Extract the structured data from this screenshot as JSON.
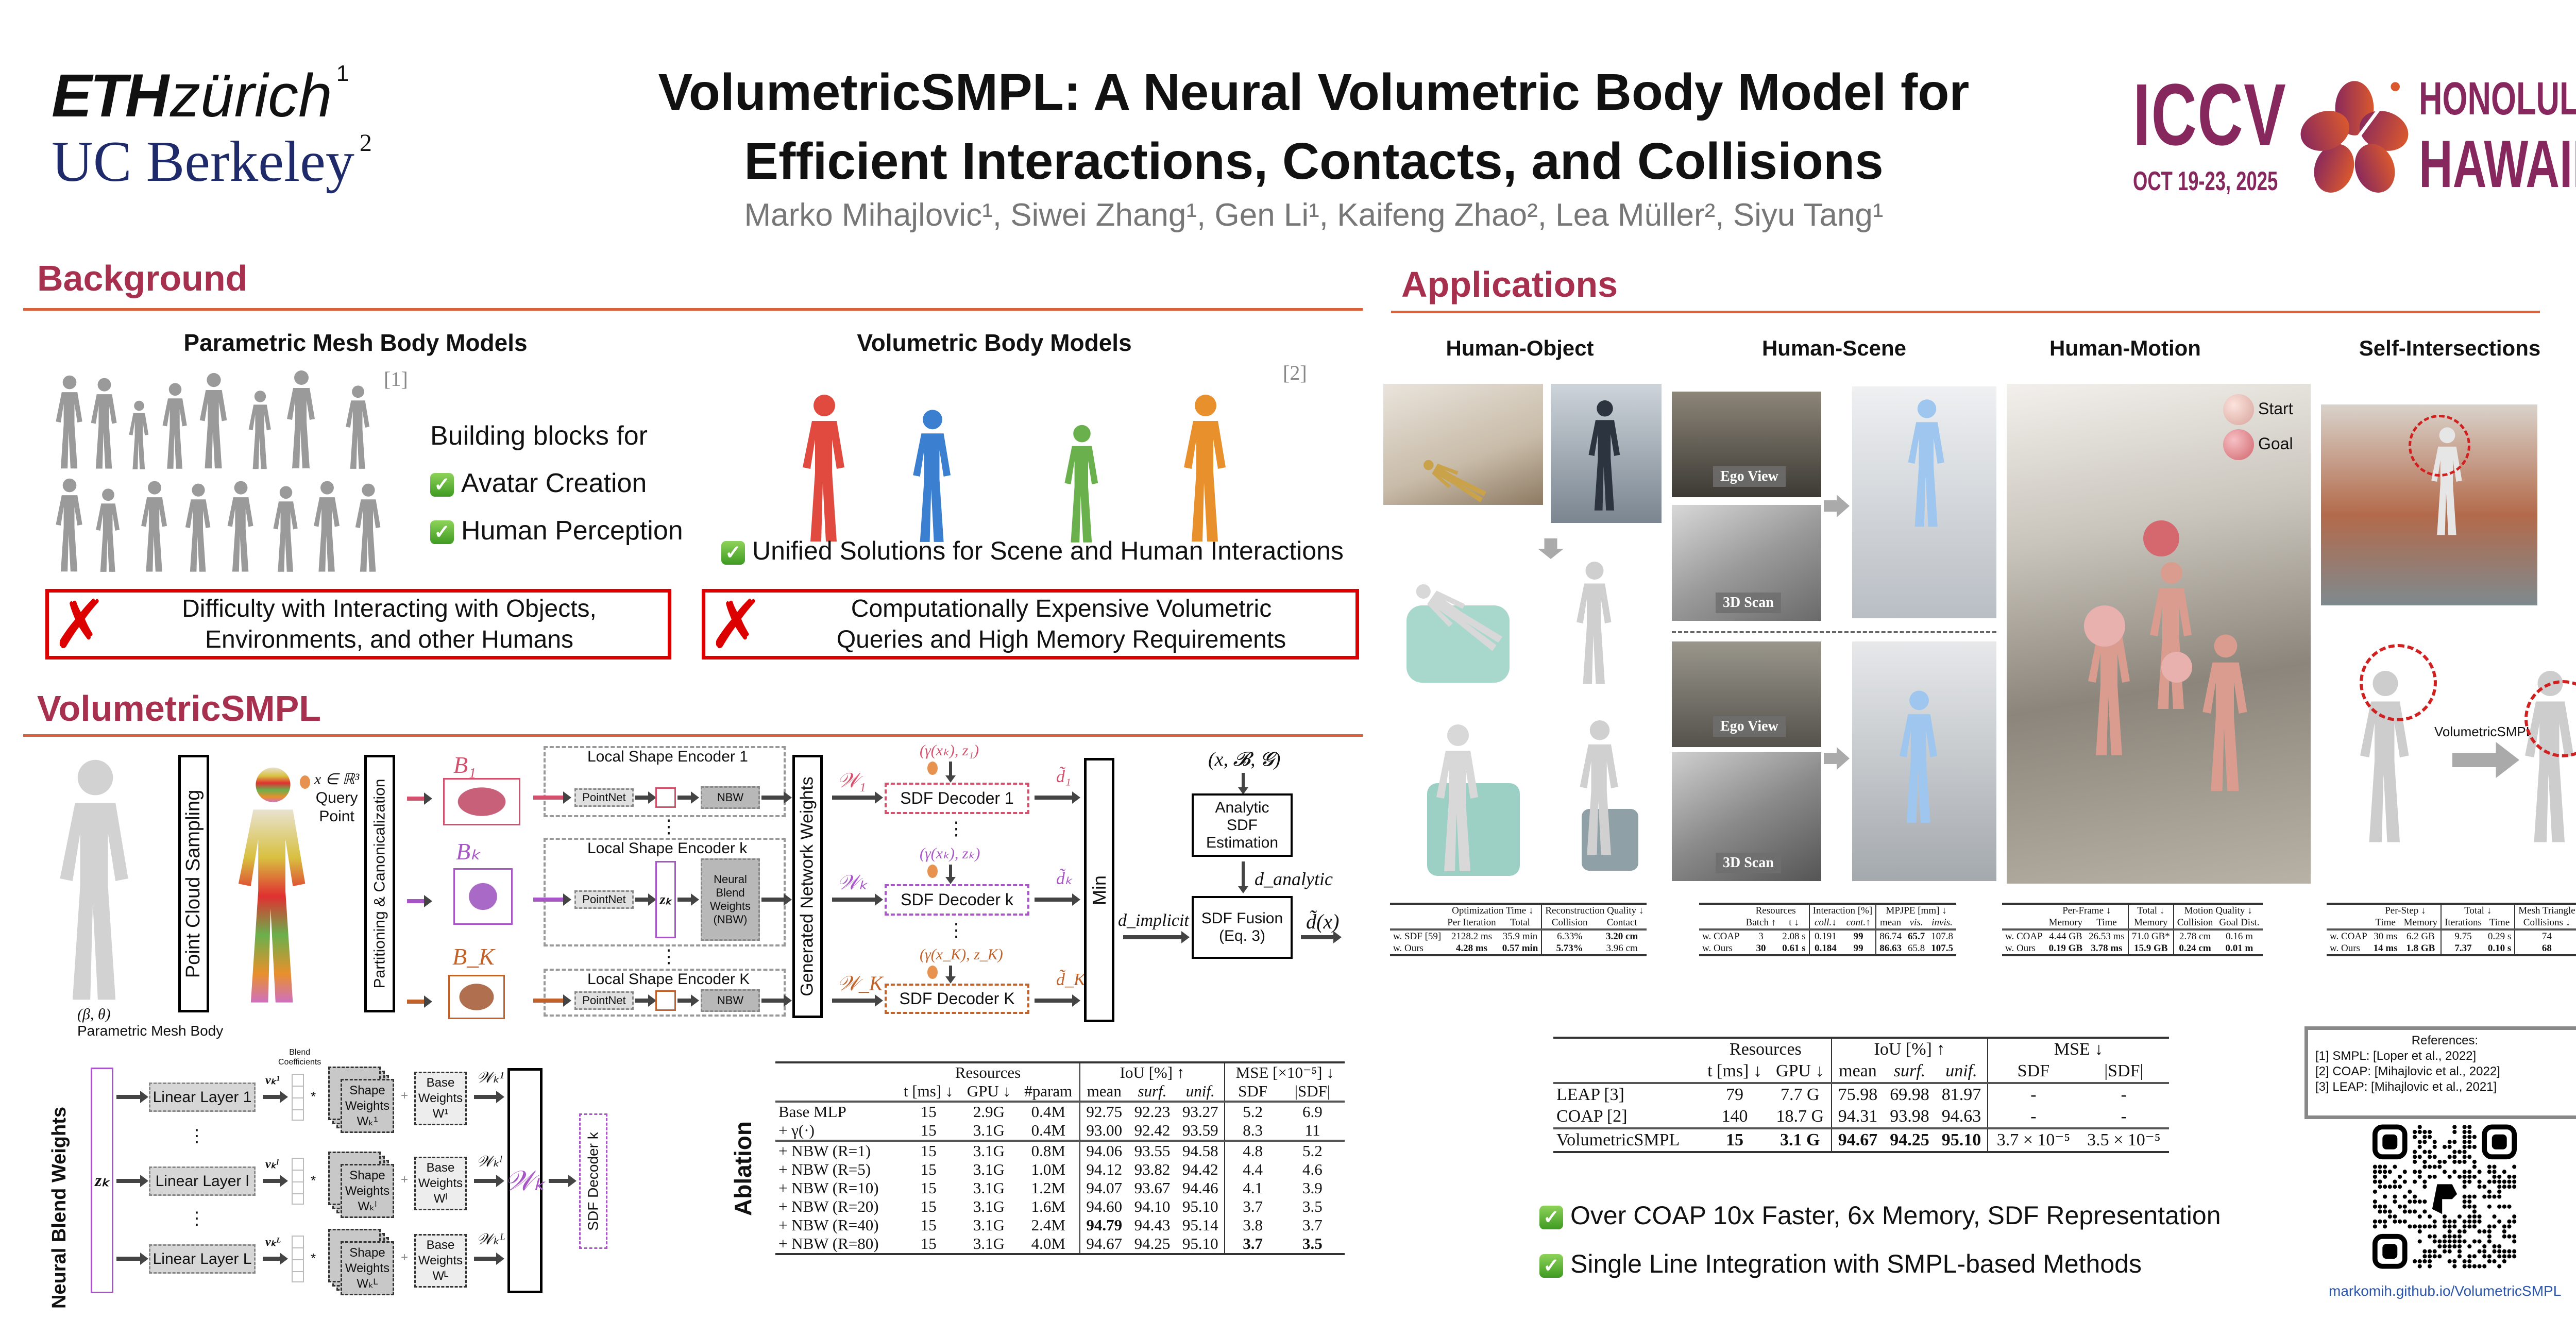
{
  "colors": {
    "accent": "#a8304f",
    "rule": "#d9623b",
    "error": "#dd0000",
    "check": "#4caf2a",
    "part1": "#d4516e",
    "partk": "#a855c7",
    "partK": "#c0622a",
    "iccv": "#86275e"
  },
  "header": {
    "title_line1": "VolumetricSMPL: A Neural Volumetric Body Model for",
    "title_line2": "Efficient Interactions, Contacts, and Collisions",
    "authors": "Marko Mihajlovic¹, Siwei Zhang¹, Gen Li¹, Kaifeng Zhao², Lea Müller², Siyu Tang¹"
  },
  "logos": {
    "eth": "ETH",
    "eth2": "zürich",
    "eth_sup": "1",
    "ucb": "UC Berkeley",
    "ucb_sup": "2",
    "iccv": "ICCV",
    "iccv_dates": "OCT 19-23, 2025",
    "iccv_city": "HONOLULU",
    "iccv_state": "HAWAII"
  },
  "background": {
    "title": "Background",
    "mesh": {
      "title": "Parametric Mesh Body Models",
      "ref": "[1]",
      "intro": "Building blocks for",
      "items": [
        "Avatar Creation",
        "Human Perception"
      ],
      "problem1": "Difficulty with Interacting with Objects,",
      "problem2": "Environments, and other Humans"
    },
    "vol": {
      "title": "Volumetric Body Models",
      "ref": "[2]",
      "benefit": "Unified Solutions for Scene and Human Interactions",
      "problem1": "Computationally Expensive Volumetric",
      "problem2": "Queries and High Memory Requirements"
    }
  },
  "method": {
    "title": "VolumetricSMPL",
    "pipeline": {
      "body_params": "(β, θ)",
      "body_label": "Parametric Mesh Body",
      "sampling": "Point Cloud Sampling",
      "query1": "x ∈ ℝ³",
      "query2": "Query",
      "query3": "Point",
      "partition": "Partitioning & Canonicalization",
      "parts": [
        "B₁",
        "Bₖ",
        "B_K"
      ],
      "encoders": [
        "Local Shape Encoder 1",
        "Local Shape Encoder k",
        "Local Shape Encoder K"
      ],
      "pointnet": "PointNet",
      "nbw": "NBW",
      "nbw_full": "Neural Blend Weights (NBW)",
      "zk": "zₖ",
      "gen_weights": "Generated Network Weights",
      "weights": [
        "𝒲₁",
        "𝒲ₖ",
        "𝒲_K"
      ],
      "inputs": [
        "(γ(xₖ), z₁)",
        "(γ(xₖ), zₖ)",
        "(γ(x_K), z_K)"
      ],
      "decoders": [
        "SDF Decoder 1",
        "SDF Decoder k",
        "SDF Decoder K"
      ],
      "dists": [
        "d̃₁",
        "d̃ₖ",
        "d̃_K"
      ],
      "min": "Min",
      "scene_input": "(x, 𝓑, 𝓖)",
      "analytic": "Analytic SDF Estimation",
      "d_analytic": "d_analytic",
      "d_implicit": "d_implicit",
      "fusion1": "SDF Fusion",
      "fusion2": "(Eq. 3)",
      "output": "d̃(x)",
      "dots": "⋮"
    },
    "nbw": {
      "title": "Neural Blend Weights",
      "zk": "zₖ",
      "layers": [
        "Linear Layer 1",
        "Linear Layer l",
        "Linear Layer L"
      ],
      "coeffs": [
        "vₖ¹",
        "vₖˡ",
        "vₖᴸ"
      ],
      "blend_label1": "Blend",
      "blend_label2": "Coefficients",
      "shape": [
        "Shape Weights Wₖ¹",
        "Shape Weights Wₖˡ",
        "Shape Weights Wₖᴸ"
      ],
      "base": [
        "Base Weights W¹",
        "Base Weights Wˡ",
        "Base Weights Wᴸ"
      ],
      "outs": [
        "𝒲ₖ¹",
        "𝒲ₖˡ",
        "𝒲ₖᴸ"
      ],
      "wk": "𝒲ₖ",
      "decoder": "SDF Decoder k",
      "mult": "*",
      "plus": "+",
      "dots": "⋮"
    },
    "ablation": {
      "label": "Ablation",
      "groups": [
        {
          "label": "",
          "span": 1
        },
        {
          "label": "Resources",
          "span": 3
        },
        {
          "label": "IoU [%] ↑",
          "span": 3
        },
        {
          "label": "MSE [×10⁻⁵] ↓",
          "span": 2
        }
      ],
      "cols": [
        "",
        "t [ms] ↓",
        "GPU ↓",
        "#param",
        "mean",
        "surf.",
        "unif.",
        "SDF",
        "|SDF|"
      ],
      "rows": [
        [
          "Base MLP",
          "15",
          "2.9G",
          "0.4M",
          "92.75",
          "92.23",
          "93.27",
          "5.2",
          "6.9"
        ],
        [
          "+ γ(·)",
          "15",
          "3.1G",
          "0.4M",
          "93.00",
          "92.42",
          "93.59",
          "8.3",
          "11"
        ],
        [
          "+ NBW (R=1)",
          "15",
          "3.1G",
          "0.8M",
          "94.06",
          "93.55",
          "94.58",
          "4.8",
          "5.2"
        ],
        [
          "+ NBW (R=5)",
          "15",
          "3.1G",
          "1.0M",
          "94.12",
          "93.82",
          "94.42",
          "4.4",
          "4.6"
        ],
        [
          "+ NBW (R=10)",
          "15",
          "3.1G",
          "1.2M",
          "94.07",
          "93.67",
          "94.46",
          "4.1",
          "3.9"
        ],
        [
          "+ NBW (R=20)",
          "15",
          "3.1G",
          "1.6M",
          "94.60",
          "94.10",
          "95.10",
          "3.7",
          "3.5"
        ],
        [
          "+ NBW (R=40)",
          "15",
          "3.1G",
          "2.4M",
          "94.79",
          "94.43",
          "95.14",
          "3.8",
          "3.7"
        ],
        [
          "+ NBW (R=80)",
          "15",
          "3.1G",
          "4.0M",
          "94.67",
          "94.25",
          "95.10",
          "3.7",
          "3.5"
        ]
      ],
      "bold": [
        [
          6,
          4
        ],
        [
          7,
          7
        ],
        [
          7,
          8
        ]
      ],
      "breaks": [
        2
      ]
    }
  },
  "applications": {
    "title": "Applications",
    "columns": [
      "Human-Object",
      "Human-Scene",
      "Human-Motion",
      "Self-Intersections"
    ],
    "ego_view": "Ego View",
    "scan": "3D Scan",
    "start": "Start",
    "goal": "Goal",
    "self_arrow": "VolumetricSMPL",
    "tables": [
      {
        "groups": [
          {
            "label": "",
            "span": 1
          },
          {
            "label": "Optimization Time ↓",
            "span": 2
          },
          {
            "label": "Reconstruction Quality ↓",
            "span": 2
          }
        ],
        "cols": [
          "",
          "Per Iteration",
          "Total",
          "Collision",
          "Contact"
        ],
        "rows": [
          [
            "w. SDF [59]",
            "2128.2 ms",
            "35.9 min",
            "6.33%",
            "3.20 cm"
          ],
          [
            "w. Ours",
            "4.28 ms",
            "0.57 min",
            "5.73%",
            "3.96 cm"
          ]
        ],
        "bold": [
          [
            0,
            4
          ],
          [
            1,
            1
          ],
          [
            1,
            2
          ],
          [
            1,
            3
          ]
        ],
        "breaks": []
      },
      {
        "groups": [
          {
            "label": "",
            "span": 1
          },
          {
            "label": "Resources",
            "span": 2
          },
          {
            "label": "Interaction [%]",
            "span": 2
          },
          {
            "label": "MPJPE [mm] ↓",
            "span": 3
          }
        ],
        "cols": [
          "",
          "Batch ↑",
          "t ↓",
          "coll.↓",
          "cont.↑",
          "mean",
          "vis.",
          "invis."
        ],
        "rows": [
          [
            "w. COAP",
            "3",
            "2.08 s",
            "0.191",
            "99",
            "86.74",
            "65.7",
            "107.8"
          ],
          [
            "w. Ours",
            "30",
            "0.61 s",
            "0.184",
            "99",
            "86.63",
            "65.8",
            "107.5"
          ]
        ],
        "bold": [
          [
            0,
            4
          ],
          [
            0,
            6
          ],
          [
            1,
            1
          ],
          [
            1,
            2
          ],
          [
            1,
            3
          ],
          [
            1,
            4
          ],
          [
            1,
            5
          ],
          [
            1,
            7
          ]
        ],
        "breaks": []
      },
      {
        "groups": [
          {
            "label": "",
            "span": 1
          },
          {
            "label": "Per-Frame ↓",
            "span": 2
          },
          {
            "label": "Total ↓",
            "span": 1
          },
          {
            "label": "Motion Quality ↓",
            "span": 2
          }
        ],
        "cols": [
          "",
          "Memory",
          "Time",
          "Memory",
          "Collision",
          "Goal Dist."
        ],
        "rows": [
          [
            "w. COAP",
            "4.44 GB",
            "26.53 ms",
            "71.0 GB*",
            "2.78 cm",
            "0.16 m"
          ],
          [
            "w. Ours",
            "0.19 GB",
            "3.78 ms",
            "15.9 GB",
            "0.24 cm",
            "0.01 m"
          ]
        ],
        "bold": [
          [
            1,
            1
          ],
          [
            1,
            2
          ],
          [
            1,
            3
          ],
          [
            1,
            4
          ],
          [
            1,
            5
          ]
        ],
        "breaks": []
      },
      {
        "groups": [
          {
            "label": "",
            "span": 1
          },
          {
            "label": "Per-Step ↓",
            "span": 2
          },
          {
            "label": "Total ↓",
            "span": 2
          },
          {
            "label": "Mesh Triangle",
            "span": 1
          }
        ],
        "cols": [
          "",
          "Time",
          "Memory",
          "Iterations",
          "Time",
          "Collisions ↓"
        ],
        "rows": [
          [
            "w. COAP",
            "30 ms",
            "6.2 GB",
            "9.75",
            "0.29 s",
            "74"
          ],
          [
            "w. Ours",
            "14 ms",
            "1.8 GB",
            "7.37",
            "0.10 s",
            "68"
          ]
        ],
        "bold": [
          [
            1,
            1
          ],
          [
            1,
            2
          ],
          [
            1,
            3
          ],
          [
            1,
            4
          ],
          [
            1,
            5
          ]
        ],
        "breaks": []
      }
    ]
  },
  "results": {
    "table": {
      "groups": [
        {
          "label": "",
          "span": 1
        },
        {
          "label": "Resources",
          "span": 2
        },
        {
          "label": "IoU [%] ↑",
          "span": 3
        },
        {
          "label": "MSE ↓",
          "span": 2
        }
      ],
      "cols": [
        "",
        "t [ms] ↓",
        "GPU ↓",
        "mean",
        "surf.",
        "unif.",
        "SDF",
        "|SDF|"
      ],
      "rows": [
        [
          "LEAP [3]",
          "79",
          "7.7 G",
          "75.98",
          "69.98",
          "81.97",
          "-",
          "-"
        ],
        [
          "COAP [2]",
          "140",
          "18.7 G",
          "94.31",
          "93.98",
          "94.63",
          "-",
          "-"
        ],
        [
          "VolumetricSMPL",
          "15",
          "3.1 G",
          "94.67",
          "94.25",
          "95.10",
          "3.7 × 10⁻⁵",
          "3.5 × 10⁻⁵"
        ]
      ],
      "bold": [
        [
          2,
          1
        ],
        [
          2,
          2
        ],
        [
          2,
          3
        ],
        [
          2,
          4
        ],
        [
          2,
          5
        ]
      ],
      "breaks": [
        2
      ]
    },
    "claims": [
      "Over COAP 10x Faster, 6x Memory, SDF Representation",
      "Single Line Integration with SMPL-based Methods"
    ]
  },
  "references": {
    "title": "References:",
    "items": [
      "[1] SMPL: [Loper et al., 2022]",
      "[2] COAP: [Mihajlovic et al., 2022]",
      "[3] LEAP: [Mihajlovic et al., 2021]"
    ]
  },
  "url": "markomih.github.io/VolumetricSMPL"
}
